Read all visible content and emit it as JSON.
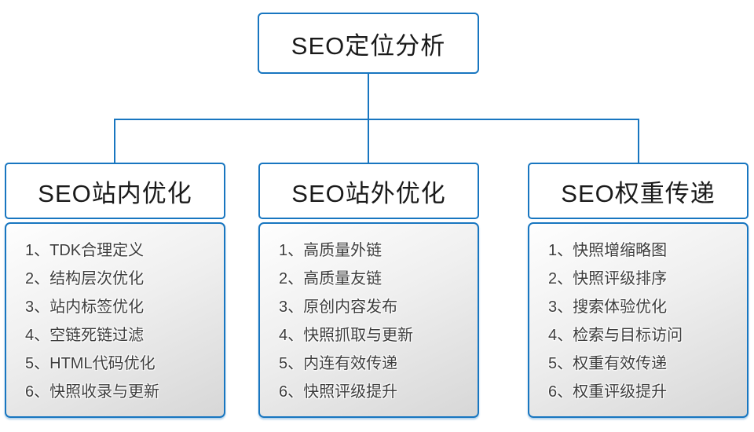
{
  "root": {
    "title": "SEO定位分析"
  },
  "colors": {
    "border": "#1876c0",
    "line": "#1876c0",
    "header_text": "#1a1a1a",
    "item_text": "#3d3d3d",
    "list_gradient_top": "#fefefe",
    "list_gradient_bottom": "#d7d7d7"
  },
  "columns": [
    {
      "title": "SEO站内优化",
      "items": [
        "1、TDK合理定义",
        "2、结构层次优化",
        "3、站内标签优化",
        "4、空链死链过滤",
        "5、HTML代码优化",
        "6、快照收录与更新"
      ]
    },
    {
      "title": "SEO站外优化",
      "items": [
        "1、高质量外链",
        "2、高质量友链",
        "3、原创内容发布",
        "4、快照抓取与更新",
        "5、内连有效传递",
        "6、快照评级提升"
      ]
    },
    {
      "title": "SEO权重传递",
      "items": [
        "1、快照增缩略图",
        "2、快照评级排序",
        "3、搜索体验优化",
        "4、检索与目标访问",
        "5、权重有效传递",
        "6、权重评级提升"
      ]
    }
  ]
}
